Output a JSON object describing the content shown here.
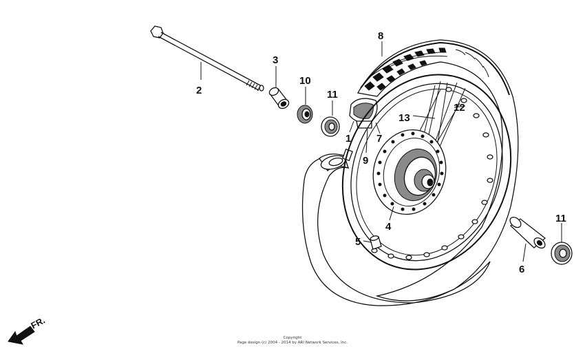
{
  "diagram": {
    "callouts": {
      "c1": "1",
      "c2": "2",
      "c3": "3",
      "c4": "4",
      "c5": "5",
      "c6": "6",
      "c7": "7",
      "c8": "8",
      "c9": "9",
      "c10": "10",
      "c11a": "11",
      "c11b": "11",
      "c12": "12",
      "c13": "13"
    },
    "front_indicator": "FR.",
    "copyright": {
      "line1": "Copyright",
      "line2": "Page design (c) 2004 - 2014 by ARI Network Services, Inc."
    }
  }
}
